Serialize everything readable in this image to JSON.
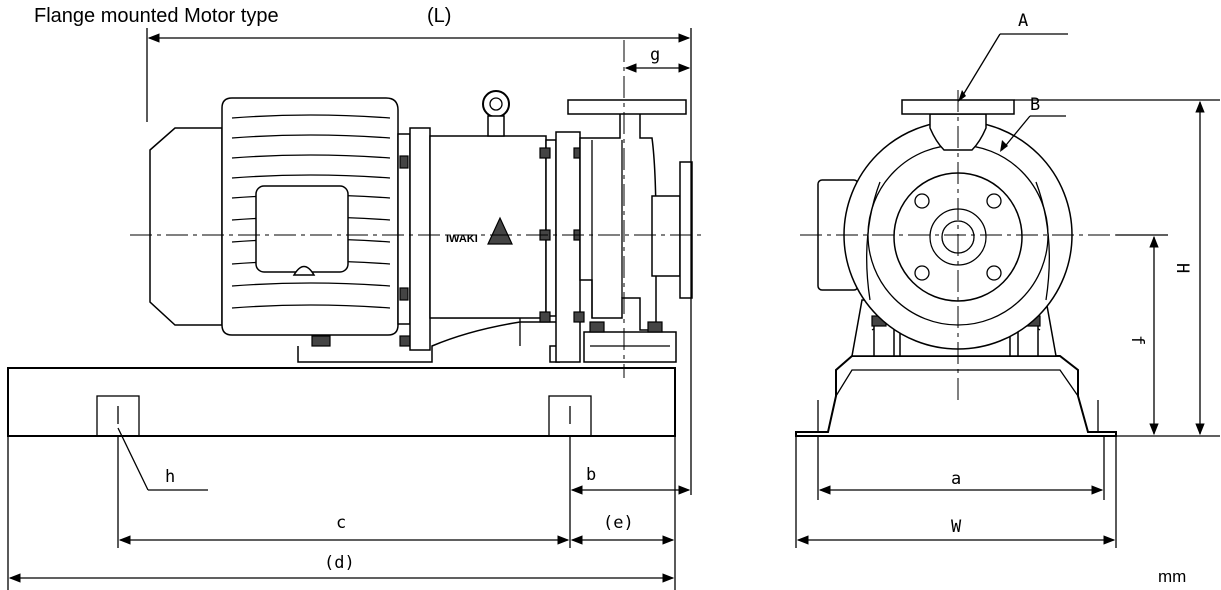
{
  "title": "Flange mounted Motor type",
  "units": "mm",
  "brand_mark": "IWAKI",
  "labels": {
    "L": "(L)",
    "g": "g",
    "A": "A",
    "B": "B",
    "H": "H",
    "f": "f",
    "h": "h",
    "b": "b",
    "c": "c",
    "e": "(e)",
    "d": "(d)",
    "a": "a",
    "W": "W"
  }
}
